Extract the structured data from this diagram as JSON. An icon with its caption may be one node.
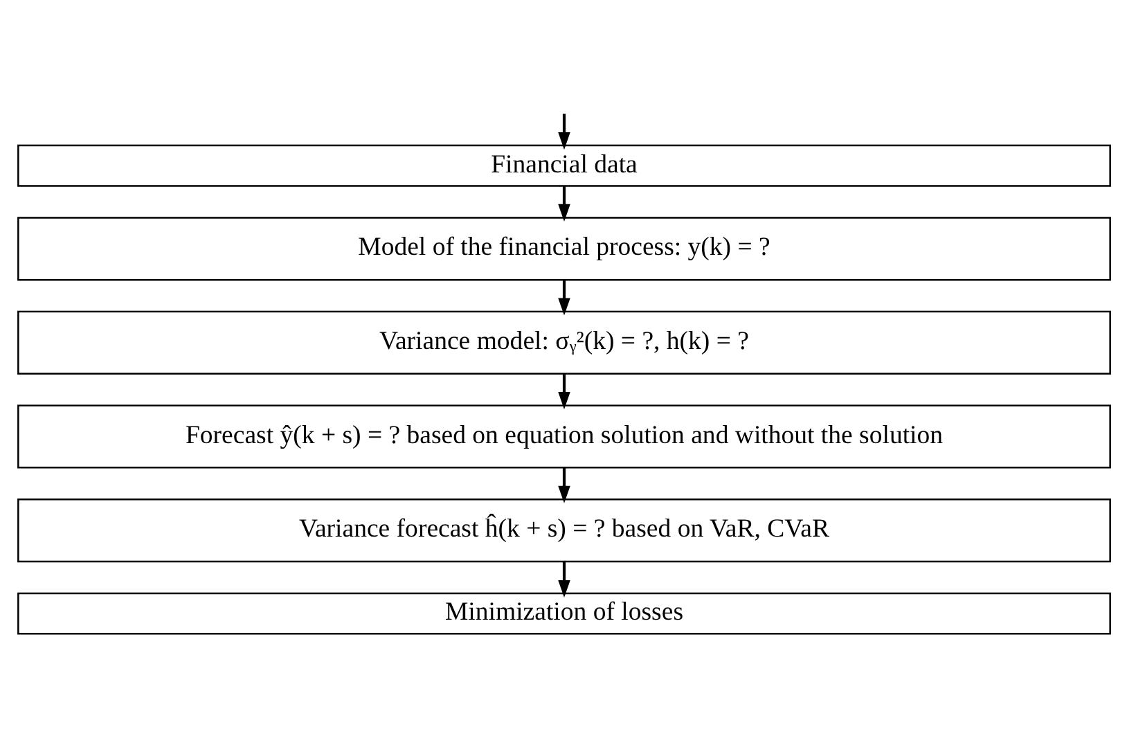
{
  "diagram": {
    "nodes": [
      {
        "text": [
          "Financial data"
        ]
      },
      {
        "text": [
          "Model of the financial process: y(k) = ?"
        ]
      },
      {
        "text": [
          "Variance model: σᵧ²(k) = ?, h(k) = ?"
        ]
      },
      {
        "text": [
          "Forecast ŷ(k + s) = ? based on equation solution and without the solution"
        ]
      },
      {
        "text": [
          "Variance forecast ĥ(k + s) = ? based on VaR, CVaR"
        ]
      },
      {
        "text": [
          "Minimization of losses"
        ]
      }
    ],
    "edges": [
      {
        "from": null,
        "to": 0,
        "arrow": "to"
      },
      {
        "from": 0,
        "to": 1,
        "arrow": "to"
      },
      {
        "from": 1,
        "to": 2,
        "arrow": "to"
      },
      {
        "from": 2,
        "to": 3,
        "arrow": "to"
      },
      {
        "from": 3,
        "to": 4,
        "arrow": "to"
      },
      {
        "from": 4,
        "to": 5,
        "arrow": "to"
      }
    ]
  }
}
